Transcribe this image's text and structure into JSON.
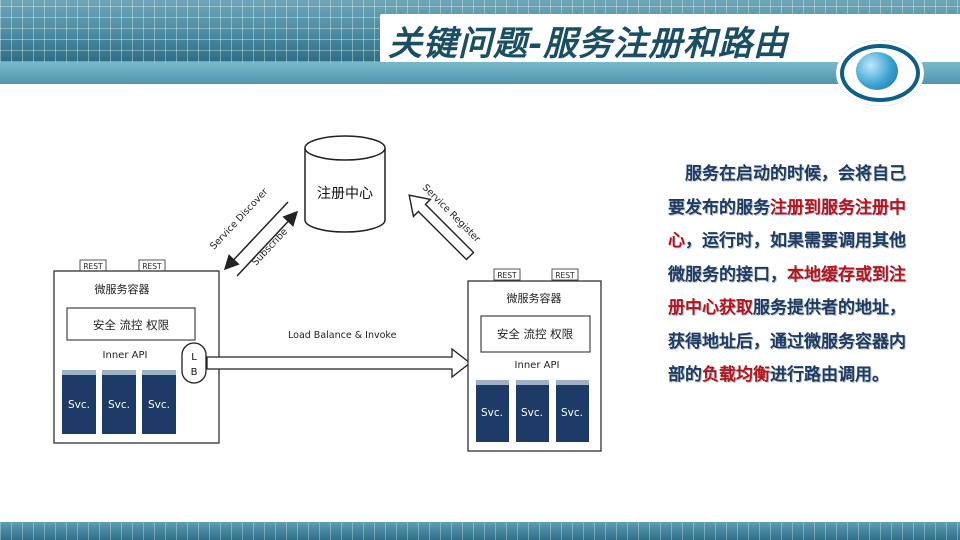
{
  "slide": {
    "title": "关键问题-服务注册和路由"
  },
  "diagram": {
    "registry_label": "注册中心",
    "service_discover": "Service Discover",
    "subscribe": "Subscribe",
    "service_register": "Service Register",
    "load_balance": "Load Balance & Invoke",
    "lb_l": "L",
    "lb_b": "B",
    "left_container": {
      "rest1": "REST",
      "rest2": "REST",
      "title": "微服务容器",
      "security": "安全 流控 权限",
      "inner_api": "Inner API",
      "svc1": "Svc.",
      "svc2": "Svc.",
      "svc3": "Svc."
    },
    "right_container": {
      "rest1": "REST",
      "rest2": "REST",
      "title": "微服务容器",
      "security": "安全 流控 权限",
      "inner_api": "Inner API",
      "svc1": "Svc.",
      "svc2": "Svc.",
      "svc3": "Svc."
    }
  },
  "description": {
    "p1": "服务在启动的时候，会将自己要发布的服务",
    "h1": "注册到服务注册中心",
    "p2": "，运行时，如果需要调用其他微服务的接口，",
    "h2": "本地缓存或到注册中心获取",
    "p3": "服务提供者的地址，获得地址后，通过微服务容器内部的",
    "h3": "负载均衡",
    "p4": "进行路由调用。"
  },
  "colors": {
    "title": "#1a4f63",
    "highlight": "#b3151b",
    "svc_fill": "#1d3b66"
  }
}
